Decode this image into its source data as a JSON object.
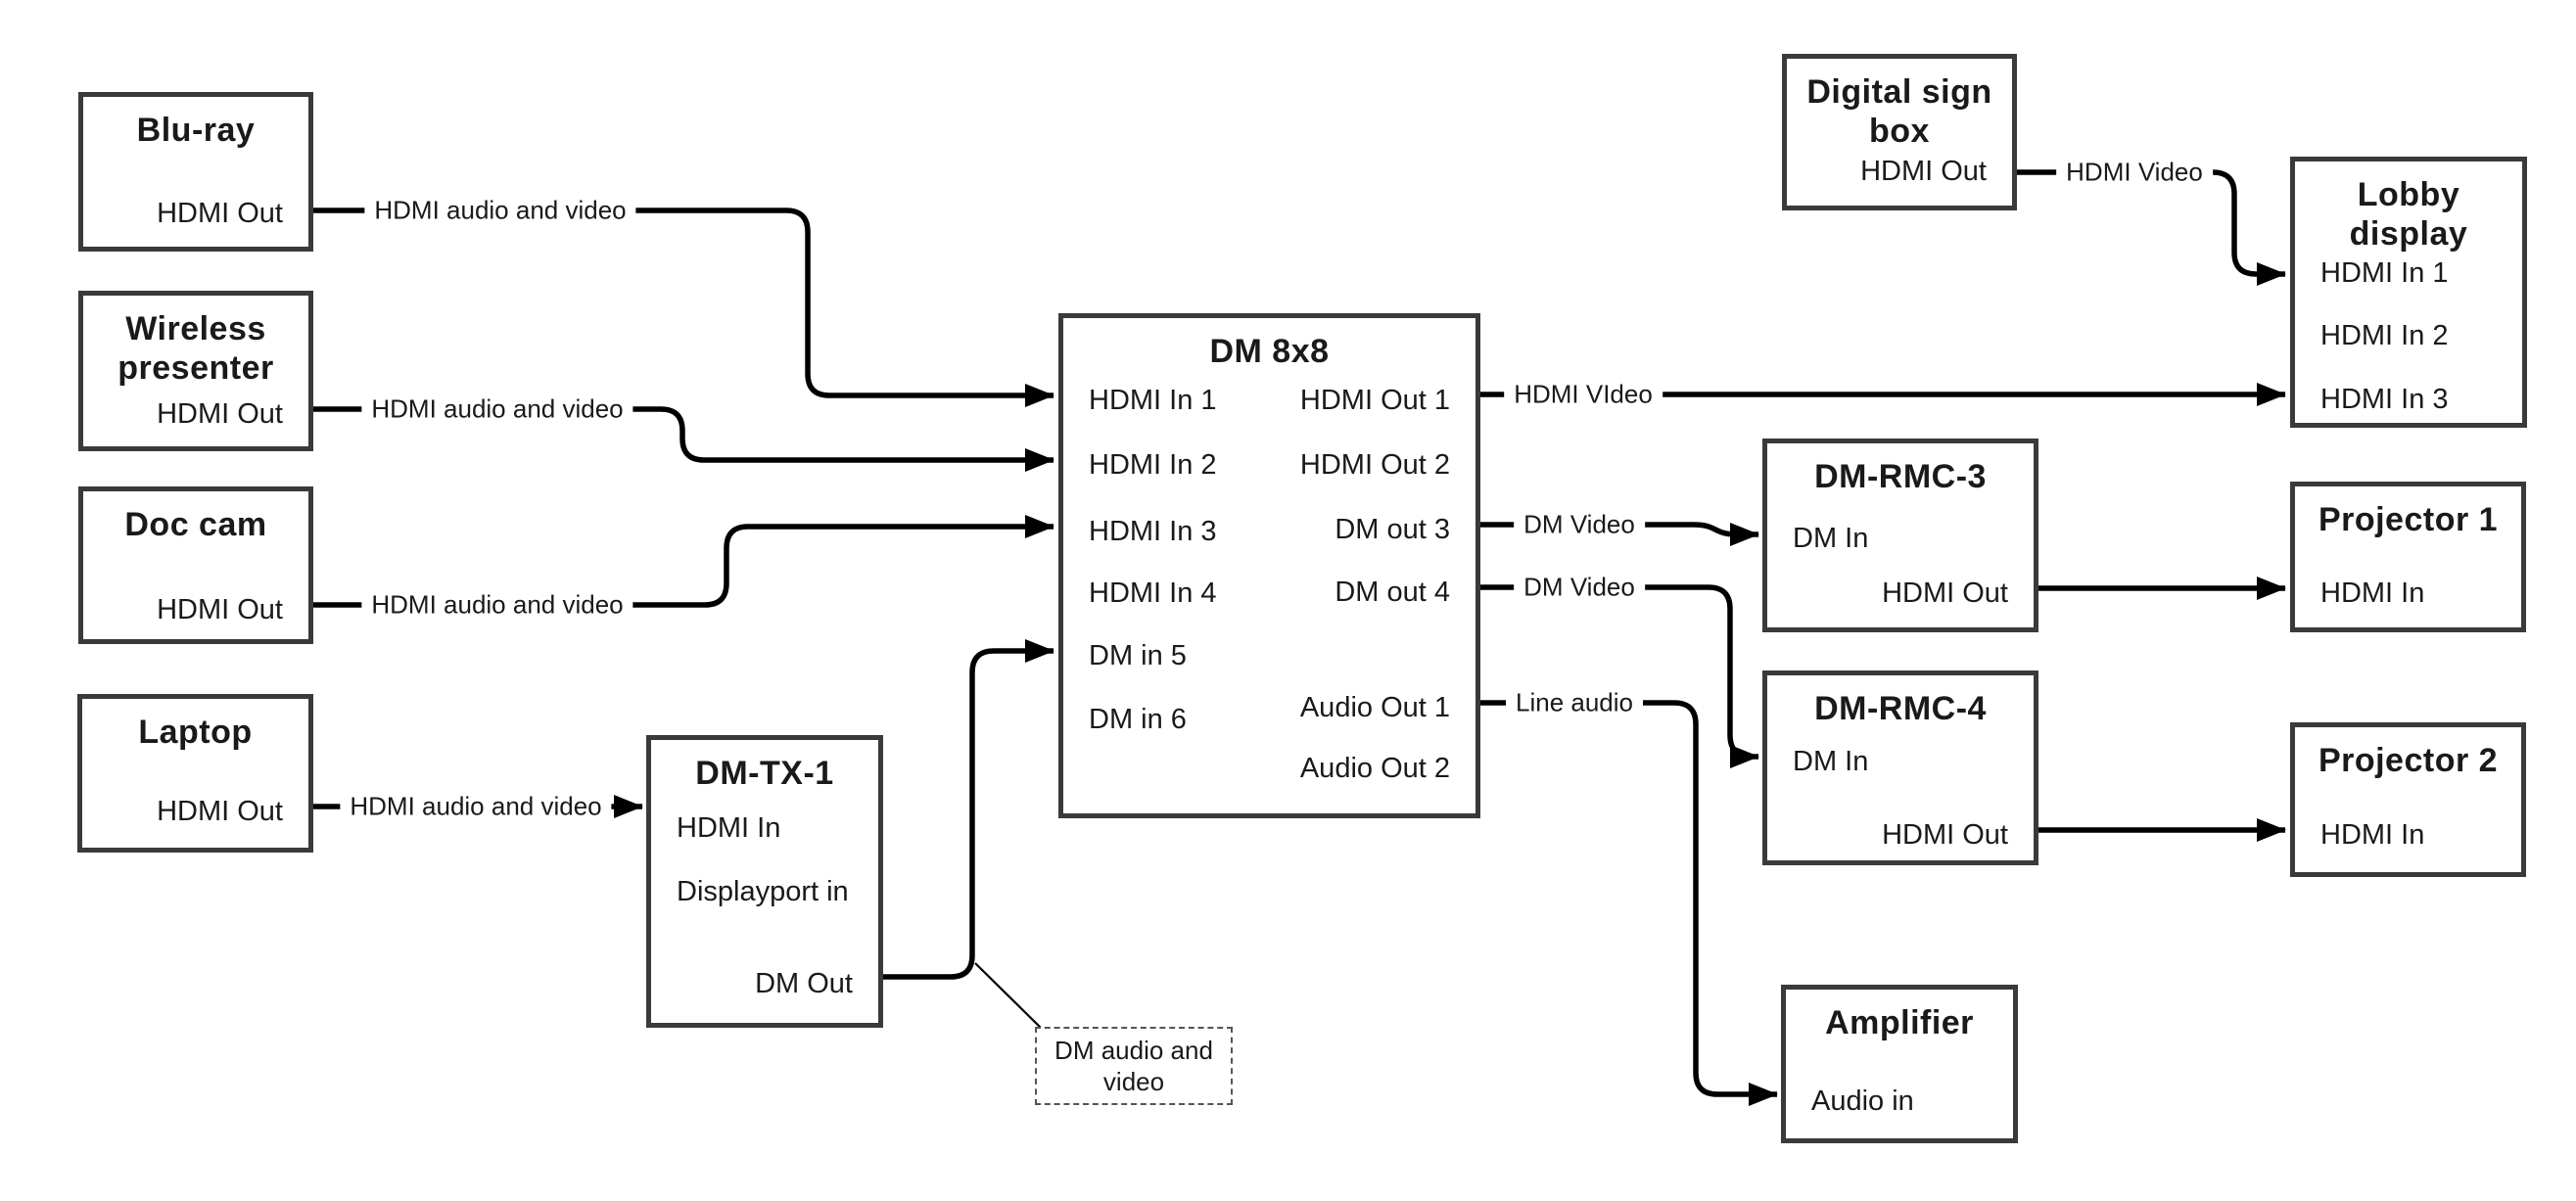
{
  "boxes": {
    "bluray": {
      "title": "Blu-ray",
      "hdmi_out": "HDMI Out"
    },
    "wireless": {
      "title": "Wireless presenter",
      "hdmi_out": "HDMI Out"
    },
    "doccam": {
      "title": "Doc cam",
      "hdmi_out": "HDMI Out"
    },
    "laptop": {
      "title": "Laptop",
      "hdmi_out": "HDMI Out"
    },
    "dmtx1": {
      "title": "DM-TX-1",
      "hdmi_in": "HDMI In",
      "displayport_in": "Displayport in",
      "dm_out": "DM Out"
    },
    "dm8x8": {
      "title": "DM 8x8",
      "in1": "HDMI In 1",
      "in2": "HDMI In 2",
      "in3": "HDMI In 3",
      "in4": "HDMI In 4",
      "in5": "DM in 5",
      "in6": "DM in 6",
      "out1": "HDMI Out 1",
      "out2": "HDMI Out 2",
      "out3": "DM out 3",
      "out4": "DM out 4",
      "aout1": "Audio Out 1",
      "aout2": "Audio Out 2"
    },
    "digisign": {
      "title": "Digital sign box",
      "hdmi_out": "HDMI Out"
    },
    "lobby": {
      "title": "Lobby display",
      "in1": "HDMI In 1",
      "in2": "HDMI In 2",
      "in3": "HDMI In 3"
    },
    "dmrmc3": {
      "title": "DM-RMC-3",
      "dm_in": "DM In",
      "hdmi_out": "HDMI Out"
    },
    "proj1": {
      "title": "Projector 1",
      "hdmi_in": "HDMI In"
    },
    "dmrmc4": {
      "title": "DM-RMC-4",
      "dm_in": "DM In",
      "hdmi_out": "HDMI Out"
    },
    "proj2": {
      "title": "Projector 2",
      "hdmi_in": "HDMI In"
    },
    "amp": {
      "title": "Amplifier",
      "audio_in": "Audio in"
    }
  },
  "connection_labels": {
    "bluray_dm": "HDMI audio and video",
    "wireless_dm": "HDMI audio and video",
    "doccam_dm": "HDMI audio and video",
    "laptop_tx": "HDMI audio and video",
    "out1_lobby": "HDMI VIdeo",
    "digisign_lobby": "HDMI Video",
    "out3_rmc3": "DM Video",
    "out4_rmc4": "DM Video",
    "aout1_amp": "Line audio"
  },
  "note": {
    "text": "DM audio and video"
  },
  "colors": {
    "background": "#ffffff",
    "line": "#000000",
    "box_border": "#3a3a3a",
    "text": "#1a1a1a"
  }
}
